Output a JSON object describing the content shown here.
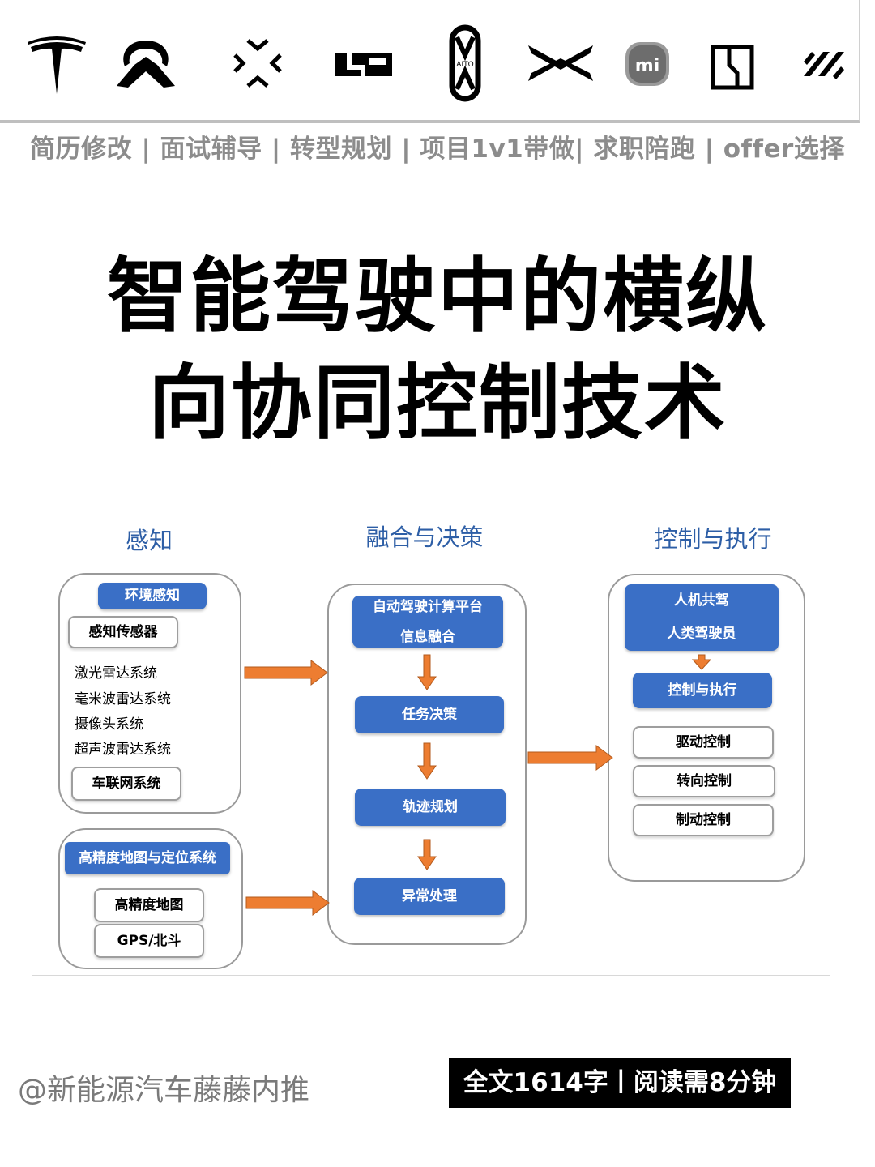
{
  "brand_logos": [
    "tesla-icon",
    "nio-icon",
    "faraday-future-icon",
    "lixiang-icon",
    "aito-icon",
    "xpeng-icon",
    "xiaomi-icon",
    "jiyue-icon",
    "zeekr-icon"
  ],
  "logo_text": {
    "aito": "AITO",
    "xiaomi": "mi"
  },
  "services_line": "简历修改 | 面试辅导 | 转型规划 | 项目1v1带做| 求职陪跑 | offer选择",
  "title": {
    "line1": "智能驾驶中的横纵",
    "line2": "向协同控制技术"
  },
  "diagram": {
    "col1_header": "感知",
    "col2_header": "融合与决策",
    "col3_header": "控制与执行",
    "perception": {
      "env_header": "环境感知",
      "sensor_box": "感知传感器",
      "systems": [
        "激光雷达系统",
        "毫米波雷达系统",
        "摄像头系统",
        "超声波雷达系统"
      ],
      "v2x": "车联网系统"
    },
    "map": {
      "header": "高精度地图与定位系统",
      "items": [
        "高精度地图",
        "GPS/北斗"
      ]
    },
    "fusion": {
      "box1_line1": "自动驾驶计算平台",
      "box1_line2": "信息融合",
      "steps": [
        "任务决策",
        "轨迹规划",
        "异常处理"
      ]
    },
    "control": {
      "box1_line1": "人机共驾",
      "box1_line2": "人类驾驶员",
      "exec": "控制与执行",
      "items": [
        "驱动控制",
        "转向控制",
        "制动控制"
      ]
    }
  },
  "footer": {
    "author": "@新能源汽车藤藤内推",
    "badge": "全文1614字丨阅读需8分钟"
  },
  "colors": {
    "accent_blue": "#3a6fc6",
    "header_blue": "#2d5ea6",
    "arrow_orange": "#ed7d31"
  }
}
